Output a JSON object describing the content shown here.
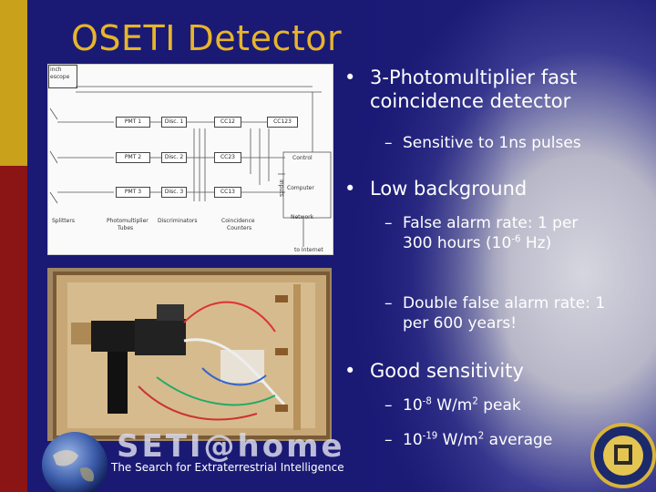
{
  "slide": {
    "title": "OSETI Detector",
    "colors": {
      "background": "#1a1a75",
      "title": "#e7b52a",
      "strip_top": "#c9a11b",
      "strip_bottom": "#8b1414"
    }
  },
  "diagram": {
    "top_left_labels": [
      "inch",
      "escope"
    ],
    "pmts": [
      "PMT 1",
      "PMT 2",
      "PMT 3"
    ],
    "discs": [
      "Disc. 1",
      "Disc. 2",
      "Disc. 3"
    ],
    "coincidence": [
      "CC12",
      "CC23",
      "CC13"
    ],
    "cc123": "CC123",
    "control": "Control",
    "computer": "Computer",
    "inputs": "Inputs",
    "network": "Network",
    "internet": "to Internet",
    "bottom_labels": {
      "splitters": "Splitters",
      "pmt_line1": "Photomultiplier",
      "pmt_line2": "Tubes",
      "discriminators": "Discriminators",
      "cc_line1": "Coincidence",
      "cc_line2": "Counters"
    }
  },
  "bullets": {
    "b1": "3-Photomultiplier fast coincidence detector",
    "b1_sub": "Sensitive to 1ns pulses",
    "b2": "Low background",
    "b2_sub1_pre": "False alarm rate: 1 per 300 hours (10",
    "b2_sub1_exp": "-6",
    "b2_sub1_post": " Hz)",
    "b2_sub2": "Double false alarm rate: 1 per 600 years!",
    "b3": "Good sensitivity",
    "b3_sub1_base": "10",
    "b3_sub1_exp": "-8",
    "b3_sub1_unit": " W/m",
    "b3_sub1_unit_exp": "2",
    "b3_sub1_tail": " peak",
    "b3_sub2_base": "10",
    "b3_sub2_exp": "-19",
    "b3_sub2_unit": " W/m",
    "b3_sub2_unit_exp": "2",
    "b3_sub2_tail": " average",
    "bullet_char": "•",
    "dash_char": "–"
  },
  "footer": {
    "logo_word": "SETI@home",
    "tagline": "The Search for Extraterrestrial Intelligence"
  },
  "icons": {
    "globe": "earth-globe-icon",
    "seal": "university-seal-icon"
  }
}
